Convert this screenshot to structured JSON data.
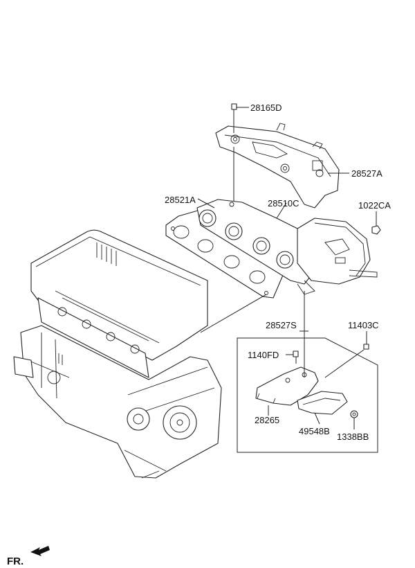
{
  "labels": {
    "p28165D": "28165D",
    "p28527A": "28527A",
    "p28521A": "28521A",
    "p28510C": "28510C",
    "p1022CA": "1022CA",
    "p28527S": "28527S",
    "p11403C": "11403C",
    "p1140FD": "1140FD",
    "p28265": "28265",
    "p49548B": "49548B",
    "p1338BB": "1338BB"
  },
  "front_indicator": "FR."
}
